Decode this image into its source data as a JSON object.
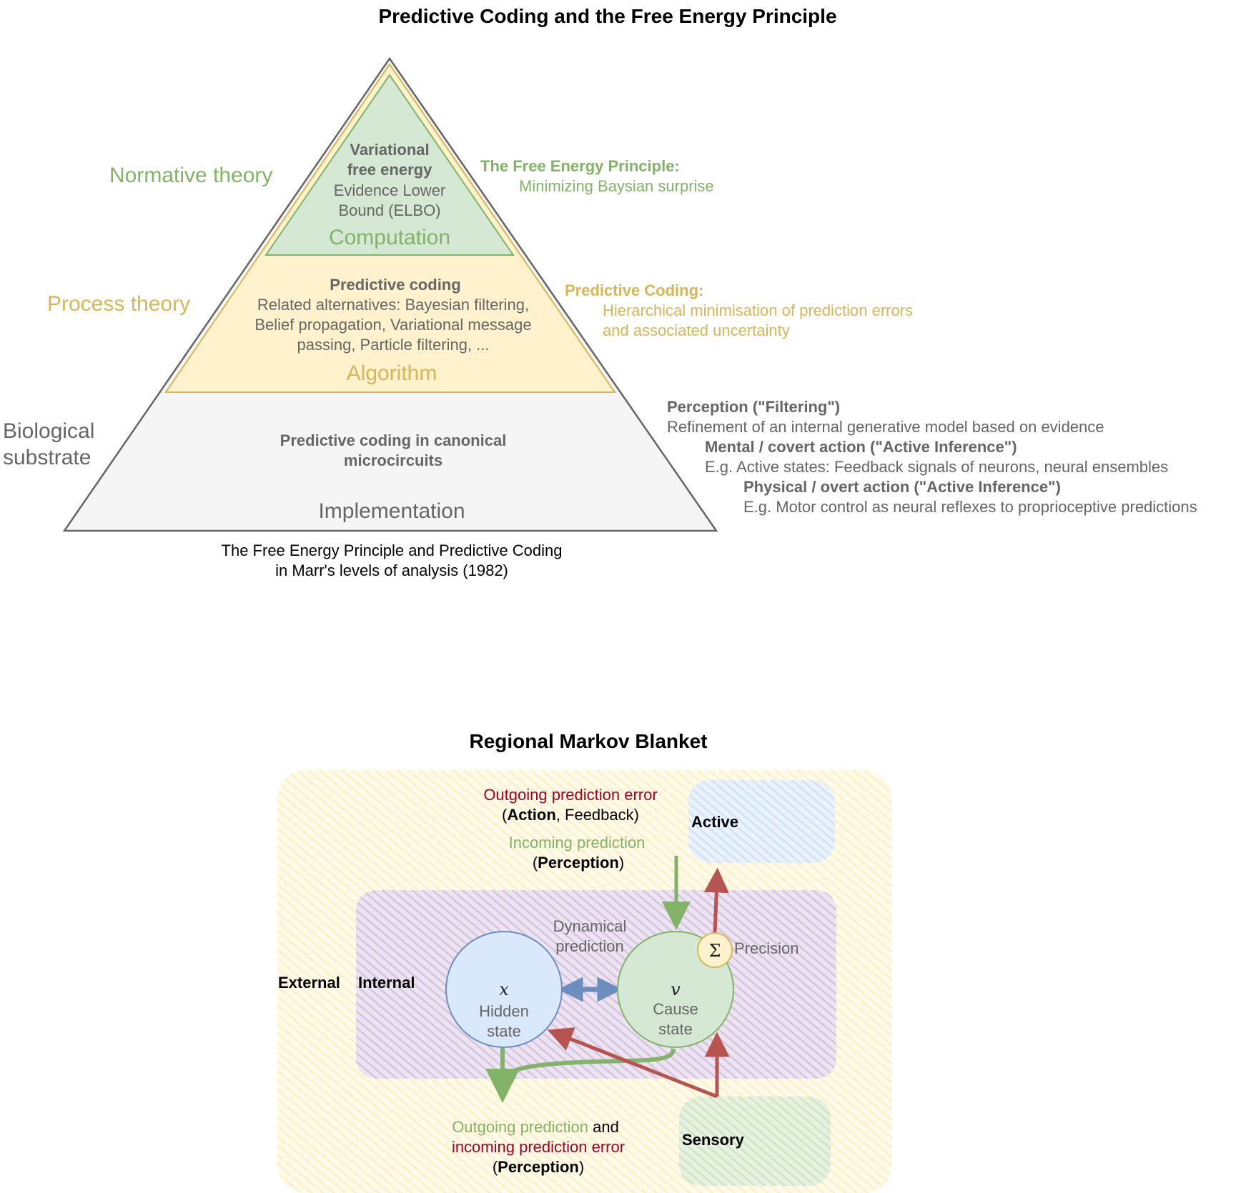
{
  "pyramid": {
    "title": "Predictive Coding and the Free Energy Principle",
    "top": {
      "bold1": "Variational",
      "bold2": "free energy",
      "line1": "Evidence Lower",
      "line2": "Bound (ELBO)",
      "level": "Computation"
    },
    "middle": {
      "bold": "Predictive coding",
      "line1": "Related alternatives: Bayesian filtering,",
      "line2": "Belief propagation, Variational message",
      "line3": "passing, Particle filtering, ...",
      "level": "Algorithm"
    },
    "bottom": {
      "bold1": "Predictive coding in canonical",
      "bold2": "microcircuits",
      "level": "Implementation"
    },
    "left_labels": {
      "normative": "Normative theory",
      "process": "Process theory",
      "bio1": "Biological",
      "bio2": "substrate"
    },
    "right_annotations": {
      "fep_title": "The Free Energy Principle:",
      "fep_text": "Minimizing Baysian surprise",
      "pc_title": "Predictive Coding:",
      "pc_text1": "Hierarchical minimisation of prediction errors",
      "pc_text2": "and associated uncertainty",
      "perception_title": "Perception (\"Filtering\")",
      "perception_text": "Refinement of an internal generative model based on evidence",
      "mental_title": "Mental / covert action (\"Active Inference\")",
      "mental_text": "E.g. Active states: Feedback signals of neurons, neural ensembles",
      "physical_title": "Physical / overt action (\"Active Inference\")",
      "physical_text": "E.g. Motor control as neural reflexes to proprioceptive predictions"
    },
    "caption1": "The Free Energy Principle and Predictive Coding",
    "caption2": "in Marr's levels of analysis (1982)"
  },
  "blanket": {
    "title": "Regional Markov Blanket",
    "external": "External",
    "internal": "Internal",
    "active": "Active",
    "sensory": "Sensory",
    "out_err": "Outgoing prediction error",
    "out_err_paren_open": "(",
    "out_err_action": "Action",
    "out_err_feedback": ", Feedback)",
    "in_pred": "Incoming prediction",
    "in_pred_paren_open": "(",
    "in_pred_perception": "Perception",
    "in_pred_paren_close": ")",
    "dyn1": "Dynamical",
    "dyn2": "prediction",
    "precision": "Precision",
    "sigma": "Σ",
    "hidden_var": "x",
    "hidden1": "Hidden",
    "hidden2": "state",
    "cause_var": "v",
    "cause1": "Cause",
    "cause2": "state",
    "bottom_green": "Outgoing prediction",
    "bottom_and": " and",
    "bottom_red": "incoming prediction error",
    "bottom_paren_open": "(",
    "bottom_perception": "Perception",
    "bottom_paren_close": ")"
  },
  "colors": {
    "green": "#82b366",
    "gold": "#d6b656",
    "red": "#a20025",
    "gray": "#666666",
    "blue_arrow": "#6c8ebf",
    "red_arrow": "#b85450"
  }
}
